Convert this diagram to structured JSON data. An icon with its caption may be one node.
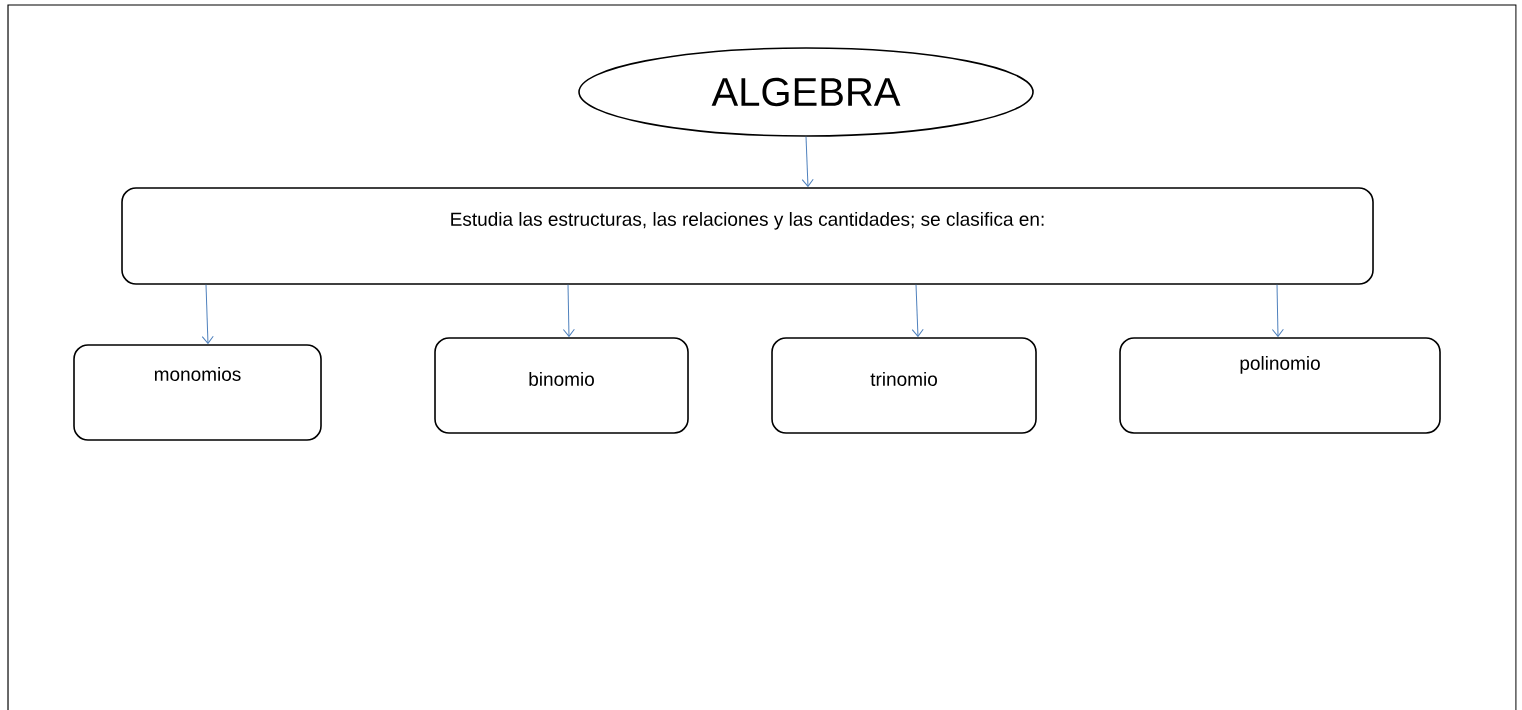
{
  "diagram": {
    "nodes": [
      {
        "text": [
          "ALGEBRA"
        ]
      },
      {
        "text": [
          "Estudia las estructuras, las relaciones y las cantidades; se clasifica en:"
        ]
      },
      {
        "text": [
          "monomios"
        ]
      },
      {
        "text": [
          "binomio"
        ]
      },
      {
        "text": [
          "trinomio"
        ]
      },
      {
        "text": [
          "polinomio"
        ]
      }
    ],
    "edges": [
      {
        "from": 0,
        "to": 1,
        "arrow": "to"
      },
      {
        "from": 1,
        "to": 2,
        "arrow": "to"
      },
      {
        "from": 1,
        "to": 3,
        "arrow": "to"
      },
      {
        "from": 1,
        "to": 4,
        "arrow": "to"
      },
      {
        "from": 1,
        "to": 5,
        "arrow": "to"
      }
    ]
  }
}
